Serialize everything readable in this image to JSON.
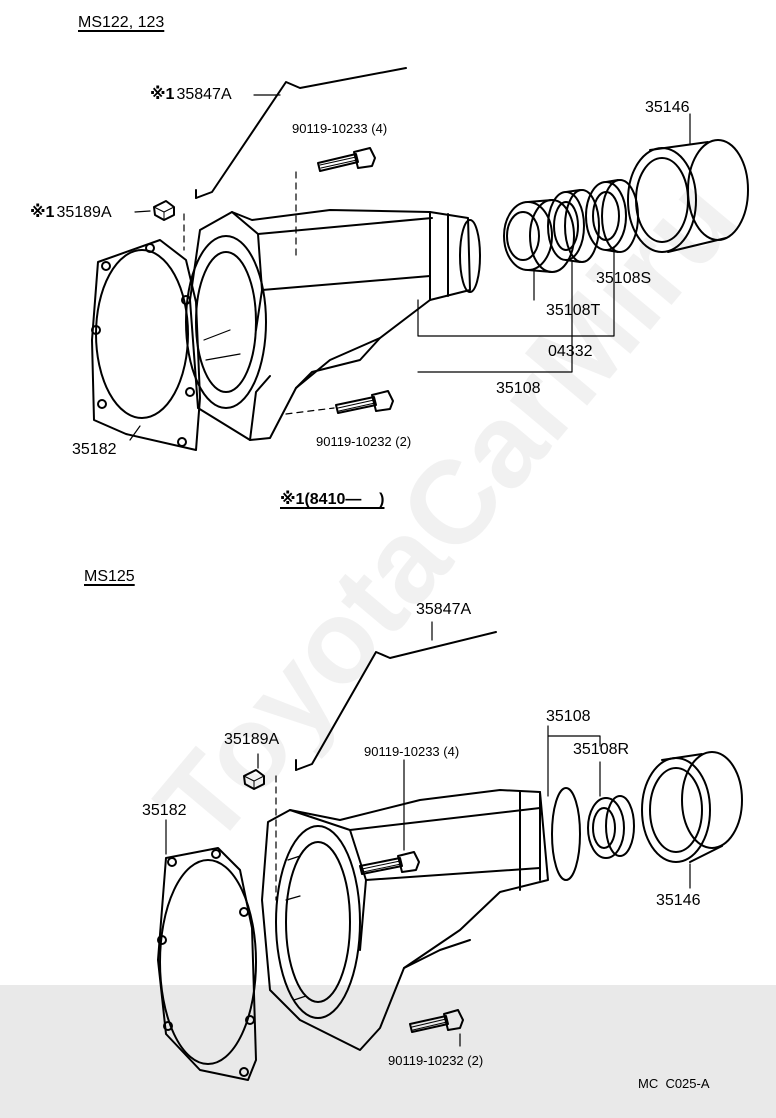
{
  "watermark": "ToyotaCarMiru",
  "top_section": {
    "model_label": "MS122, 123",
    "labels": {
      "rod": "35847A",
      "rod_mark": "※1",
      "bolt_upper": "90119-10233 (4)",
      "plug": "35189A",
      "plug_mark": "※1",
      "gasket": "35182",
      "sleeve": "35146",
      "seal_s": "35108S",
      "seal_t": "35108T",
      "seal_set": "04332",
      "housing": "35108",
      "bolt_lower": "90119-10232 (2)"
    },
    "footnote_mark": "※1",
    "footnote": "(8410—    )"
  },
  "bottom_section": {
    "model_label": "MS125",
    "labels": {
      "rod": "35847A",
      "plug": "35189A",
      "bolt_upper": "90119-10233 (4)",
      "housing": "35108",
      "seal_r": "35108R",
      "gasket": "35182",
      "sleeve": "35146",
      "bolt_lower": "90119-10232 (2)"
    }
  },
  "diagram_code": "MC  C025-A"
}
